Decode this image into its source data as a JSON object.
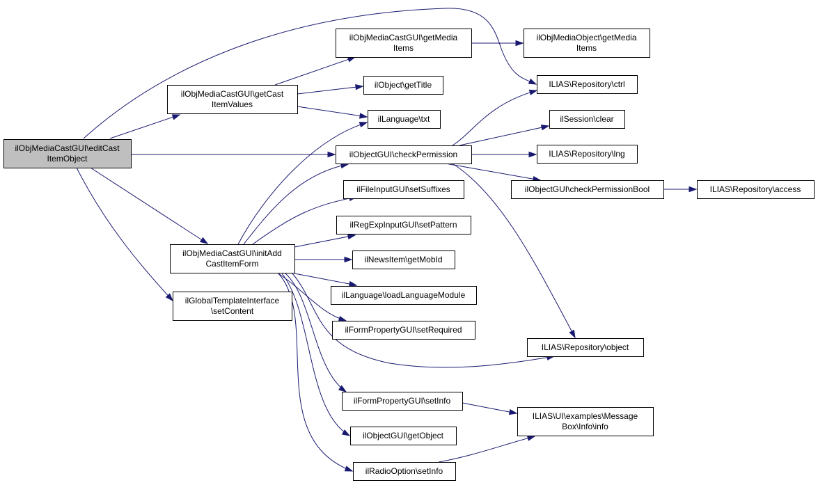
{
  "diagram": {
    "type": "call-graph",
    "colors": {
      "edge": "#191970",
      "root_fill": "#bfbfbf",
      "node_fill": "#ffffff",
      "border": "#000000"
    },
    "nodes": [
      {
        "id": "editCast",
        "lines": [
          "ilObjMediaCastGUI\\editCast",
          "ItemObject"
        ],
        "root": true
      },
      {
        "id": "getMediaItems",
        "lines": [
          "ilObjMediaCastGUI\\getMedia",
          "Items"
        ]
      },
      {
        "id": "objGetMediaItems",
        "lines": [
          "ilObjMediaObject\\getMedia",
          "Items"
        ]
      },
      {
        "id": "getCastItemValues",
        "lines": [
          "ilObjMediaCastGUI\\getCast",
          "ItemValues"
        ]
      },
      {
        "id": "getTitle",
        "lines": [
          "ilObject\\getTitle"
        ]
      },
      {
        "id": "ctrl",
        "lines": [
          "ILIAS\\Repository\\ctrl"
        ]
      },
      {
        "id": "txt",
        "lines": [
          "ilLanguage\\txt"
        ]
      },
      {
        "id": "sessionClear",
        "lines": [
          "ilSession\\clear"
        ]
      },
      {
        "id": "checkPermission",
        "lines": [
          "ilObjectGUI\\checkPermission"
        ]
      },
      {
        "id": "lng",
        "lines": [
          "ILIAS\\Repository\\lng"
        ]
      },
      {
        "id": "checkPermissionBool",
        "lines": [
          "ilObjectGUI\\checkPermissionBool"
        ]
      },
      {
        "id": "access",
        "lines": [
          "ILIAS\\Repository\\access"
        ]
      },
      {
        "id": "setSuffixes",
        "lines": [
          "ilFileInputGUI\\setSuffixes"
        ]
      },
      {
        "id": "setPattern",
        "lines": [
          "ilRegExpInputGUI\\setPattern"
        ]
      },
      {
        "id": "initAdd",
        "lines": [
          "ilObjMediaCastGUI\\initAdd",
          "CastItemForm"
        ]
      },
      {
        "id": "getMobId",
        "lines": [
          "ilNewsItem\\getMobId"
        ]
      },
      {
        "id": "setContent",
        "lines": [
          "ilGlobalTemplateInterface",
          "\\setContent"
        ]
      },
      {
        "id": "loadLanguageModule",
        "lines": [
          "ilLanguage\\loadLanguageModule"
        ]
      },
      {
        "id": "setRequired",
        "lines": [
          "ilFormPropertyGUI\\setRequired"
        ]
      },
      {
        "id": "repoObject",
        "lines": [
          "ILIAS\\Repository\\object"
        ]
      },
      {
        "id": "formSetInfo",
        "lines": [
          "ilFormPropertyGUI\\setInfo"
        ]
      },
      {
        "id": "msgInfo",
        "lines": [
          "ILIAS\\UI\\examples\\Message",
          "Box\\Info\\info"
        ]
      },
      {
        "id": "getObject",
        "lines": [
          "ilObjectGUI\\getObject"
        ]
      },
      {
        "id": "radioSetInfo",
        "lines": [
          "ilRadioOption\\setInfo"
        ]
      }
    ],
    "edges": [
      {
        "from": "editCast",
        "to": "getCastItemValues"
      },
      {
        "from": "editCast",
        "to": "ctrl"
      },
      {
        "from": "editCast",
        "to": "checkPermission"
      },
      {
        "from": "editCast",
        "to": "initAdd"
      },
      {
        "from": "editCast",
        "to": "setContent"
      },
      {
        "from": "getCastItemValues",
        "to": "getMediaItems"
      },
      {
        "from": "getCastItemValues",
        "to": "getTitle"
      },
      {
        "from": "getCastItemValues",
        "to": "txt"
      },
      {
        "from": "getMediaItems",
        "to": "objGetMediaItems"
      },
      {
        "from": "checkPermission",
        "to": "ctrl"
      },
      {
        "from": "checkPermission",
        "to": "sessionClear"
      },
      {
        "from": "checkPermission",
        "to": "lng"
      },
      {
        "from": "checkPermission",
        "to": "checkPermissionBool"
      },
      {
        "from": "checkPermission",
        "to": "repoObject"
      },
      {
        "from": "checkPermissionBool",
        "to": "access"
      },
      {
        "from": "initAdd",
        "to": "txt"
      },
      {
        "from": "initAdd",
        "to": "checkPermission"
      },
      {
        "from": "initAdd",
        "to": "setSuffixes"
      },
      {
        "from": "initAdd",
        "to": "setPattern"
      },
      {
        "from": "initAdd",
        "to": "getMobId"
      },
      {
        "from": "initAdd",
        "to": "loadLanguageModule"
      },
      {
        "from": "initAdd",
        "to": "setRequired"
      },
      {
        "from": "initAdd",
        "to": "repoObject"
      },
      {
        "from": "initAdd",
        "to": "formSetInfo"
      },
      {
        "from": "initAdd",
        "to": "getObject"
      },
      {
        "from": "initAdd",
        "to": "radioSetInfo"
      },
      {
        "from": "formSetInfo",
        "to": "msgInfo"
      },
      {
        "from": "radioSetInfo",
        "to": "msgInfo"
      }
    ]
  }
}
